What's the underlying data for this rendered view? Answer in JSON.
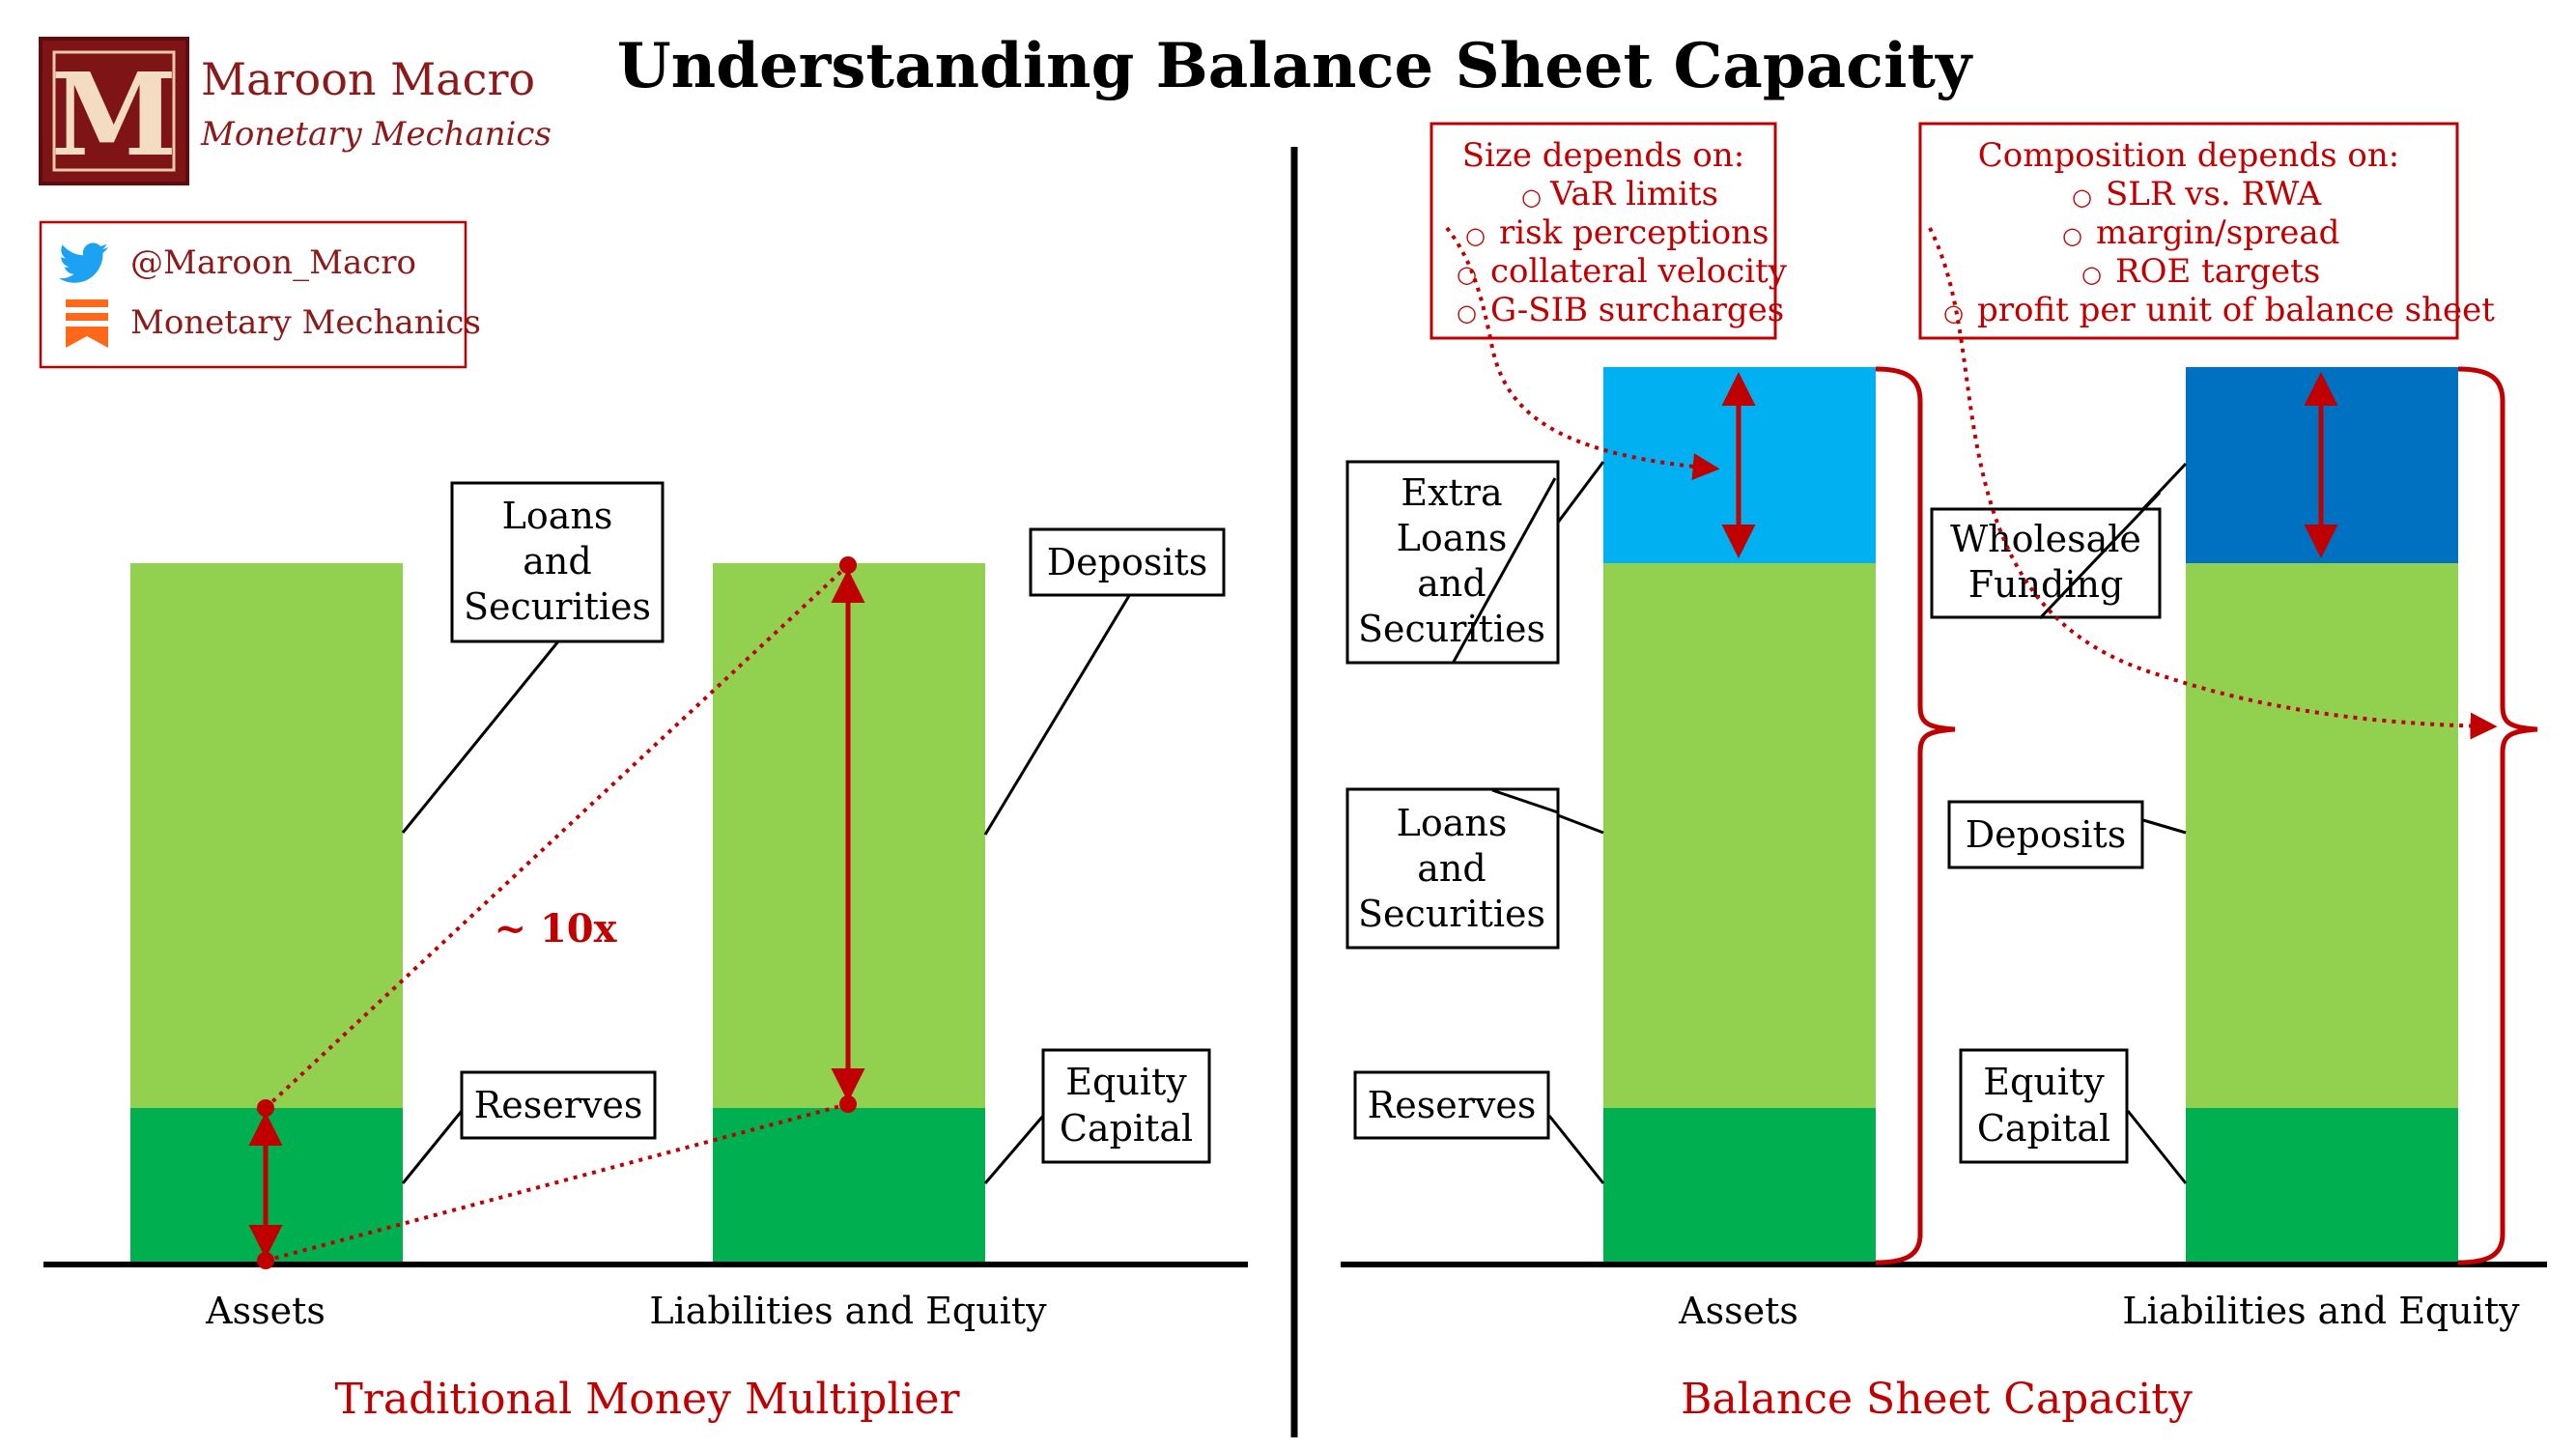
{
  "title": "Understanding Balance Sheet Capacity",
  "brand": {
    "name": "Maroon Macro",
    "tagline": "Monetary Mechanics",
    "logo_letter": "M",
    "twitter_handle": "@Maroon_Macro",
    "substack_name": "Monetary Mechanics",
    "logo_color": "#7f1416",
    "brand_color": "#8b1a1a"
  },
  "colors": {
    "light_green": "#92d050",
    "dark_green": "#00b050",
    "light_blue": "#00b0f0",
    "dark_blue": "#0070c0",
    "red": "#c00000"
  },
  "left_panel": {
    "caption": "Traditional Money Multiplier",
    "multiplier_label": "~ 10x",
    "asset_axis_label": "Assets",
    "liab_axis_label": "Liabilities and Equity",
    "callouts": {
      "loans": [
        "Loans",
        "and",
        "Securities"
      ],
      "reserves": [
        "Reserves"
      ],
      "deposits": [
        "Deposits"
      ],
      "equity": [
        "Equity",
        "Capital"
      ]
    }
  },
  "right_panel": {
    "caption": "Balance Sheet Capacity",
    "asset_axis_label": "Assets",
    "liab_axis_label": "Liabilities and Equity",
    "callouts": {
      "extra_loans": [
        "Extra",
        "Loans",
        "and",
        "Securities"
      ],
      "loans": [
        "Loans",
        "and",
        "Securities"
      ],
      "reserves": [
        "Reserves"
      ],
      "wholesale": [
        "Wholesale",
        "Funding"
      ],
      "deposits": [
        "Deposits"
      ],
      "equity": [
        "Equity",
        "Capital"
      ]
    },
    "size_box": {
      "heading": "Size depends on:",
      "items": [
        "VaR limits",
        "risk perceptions",
        "collateral velocity",
        "G-SIB surcharges"
      ]
    },
    "composition_box": {
      "heading": "Composition depends on:",
      "items": [
        "SLR vs. RWA",
        "margin/spread",
        "ROE targets",
        "profit per unit of balance sheet"
      ]
    }
  }
}
